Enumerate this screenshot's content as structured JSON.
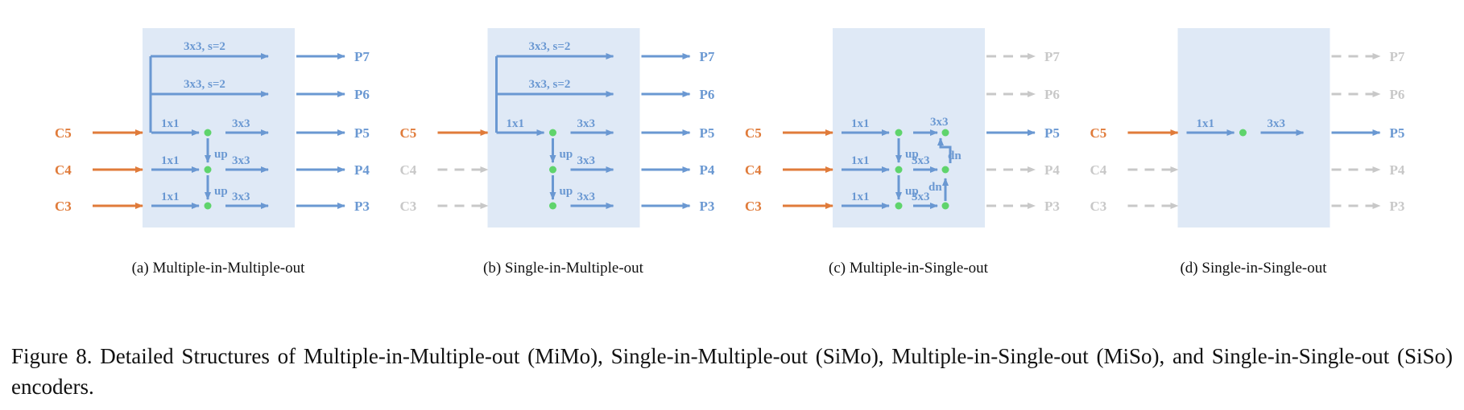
{
  "colors": {
    "box": "#dfe9f6",
    "active": "#6a98d2",
    "input": "#e07b3a",
    "inactive": "#c8c8c8",
    "dot": "#5fd46c"
  },
  "inputs": [
    "C5",
    "C4",
    "C3"
  ],
  "outputs": [
    "P7",
    "P6",
    "P5",
    "P4",
    "P3"
  ],
  "ops": {
    "conv_s2": "3x3, s=2",
    "lateral": "1x1",
    "smooth": "3x3",
    "upsample": "up",
    "downsample": "dn"
  },
  "panels": [
    {
      "caption": "(a) Multiple-in-Multiple-out",
      "inputs_active": [
        true,
        true,
        true
      ],
      "outputs_active": [
        true,
        true,
        true,
        true,
        true
      ]
    },
    {
      "caption": "(b) Single-in-Multiple-out",
      "inputs_active": [
        true,
        false,
        false
      ],
      "outputs_active": [
        true,
        true,
        true,
        true,
        true
      ]
    },
    {
      "caption": "(c) Multiple-in-Single-out",
      "inputs_active": [
        true,
        true,
        true
      ],
      "outputs_active": [
        false,
        false,
        true,
        false,
        false
      ]
    },
    {
      "caption": "(d) Single-in-Single-out",
      "inputs_active": [
        true,
        false,
        false
      ],
      "outputs_active": [
        false,
        false,
        true,
        false,
        false
      ]
    }
  ],
  "figure_caption": "Figure 8. Detailed Structures of Multiple-in-Multiple-out (MiMo), Single-in-Multiple-out (SiMo), Multiple-in-Single-out (MiSo), and Single-in-Single-out (SiSo) encoders."
}
